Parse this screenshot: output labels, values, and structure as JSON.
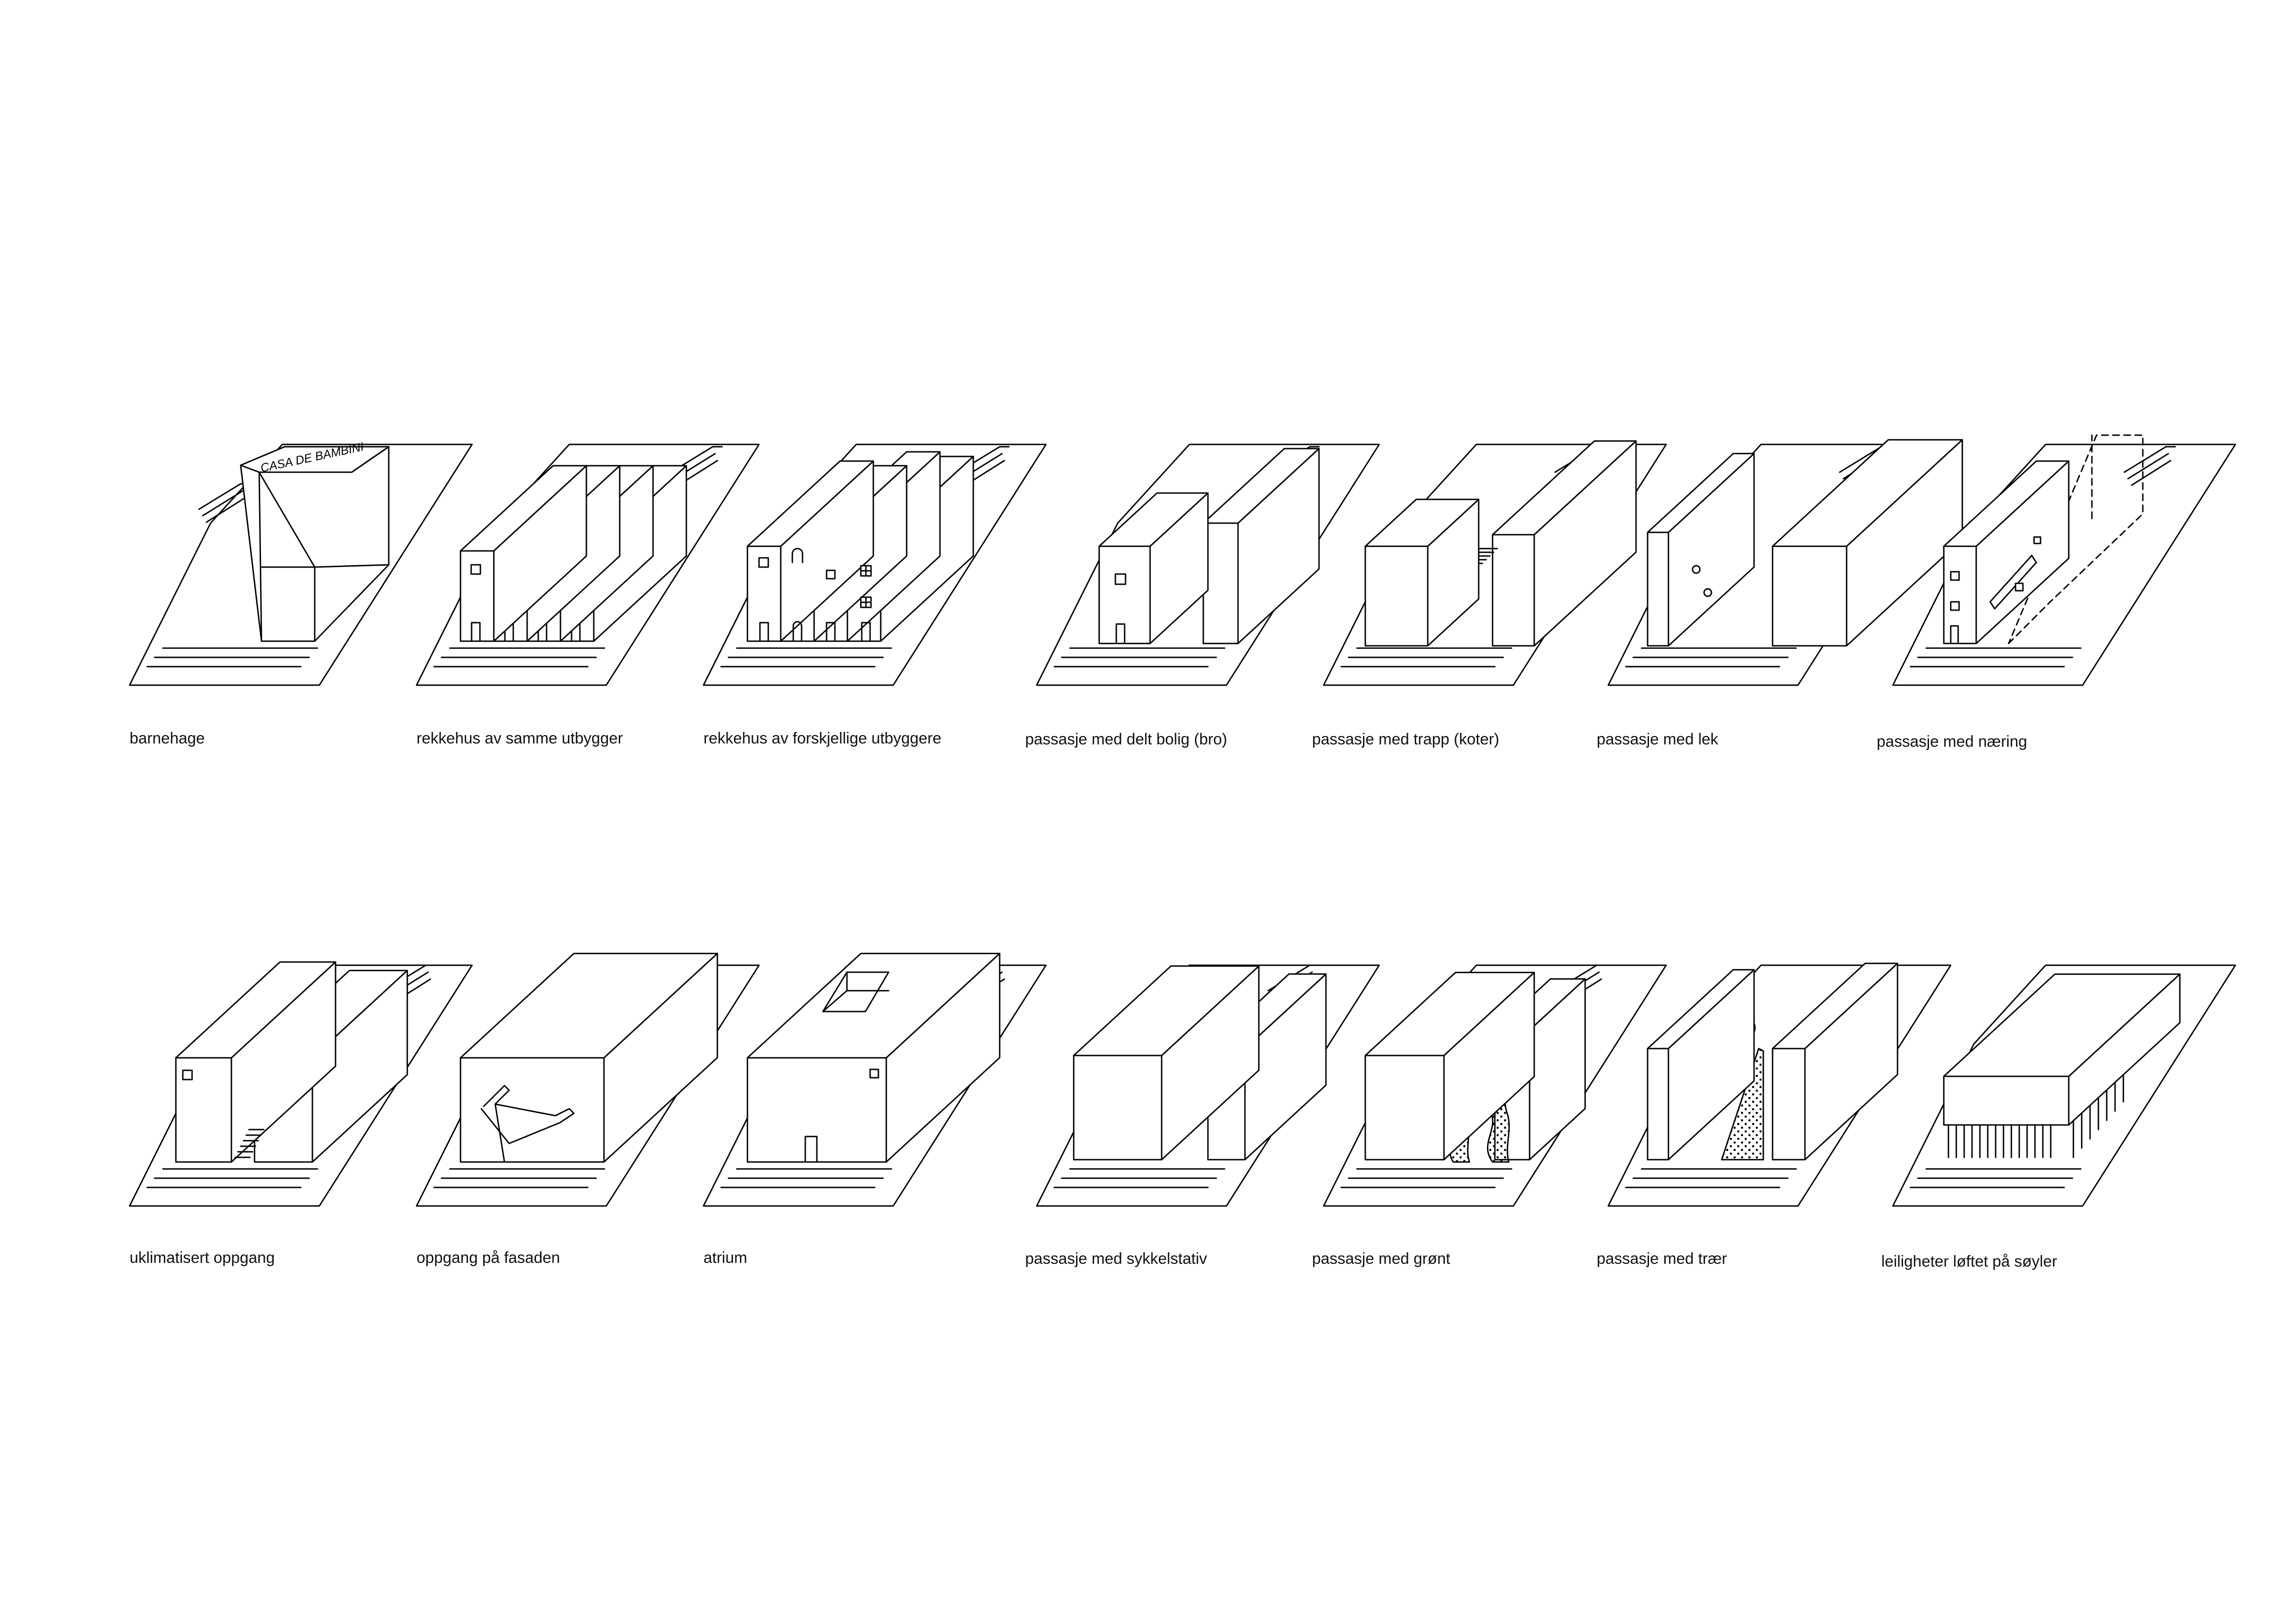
{
  "style": {
    "ink": "#000000",
    "paper": "#ffffff"
  },
  "diagrams": [
    {
      "id": "barnehage",
      "caption": "barnehage",
      "sign_text": "CASA DE BAMBINI"
    },
    {
      "id": "rekkehus-samme",
      "caption": "rekkehus av samme utbygger"
    },
    {
      "id": "rekkehus-forskjellige",
      "caption": "rekkehus av forskjellige utbyggere"
    },
    {
      "id": "passasje-bro",
      "caption": "passasje med delt bolig (bro)"
    },
    {
      "id": "passasje-trapp",
      "caption": "passasje med trapp (koter)"
    },
    {
      "id": "passasje-lek",
      "caption": "passasje med lek"
    },
    {
      "id": "passasje-naering",
      "caption": "passasje med næring"
    },
    {
      "id": "uklimatisert",
      "caption": "uklimatisert oppgang"
    },
    {
      "id": "oppgang-fasaden",
      "caption": "oppgang på fasaden"
    },
    {
      "id": "atrium",
      "caption": "atrium"
    },
    {
      "id": "sykkelstativ",
      "caption": "passasje med sykkelstativ"
    },
    {
      "id": "gront",
      "caption": "passasje med grønt"
    },
    {
      "id": "traer",
      "caption": "passasje med trær"
    },
    {
      "id": "soyler",
      "caption": "leiligheter løftet på søyler"
    }
  ]
}
